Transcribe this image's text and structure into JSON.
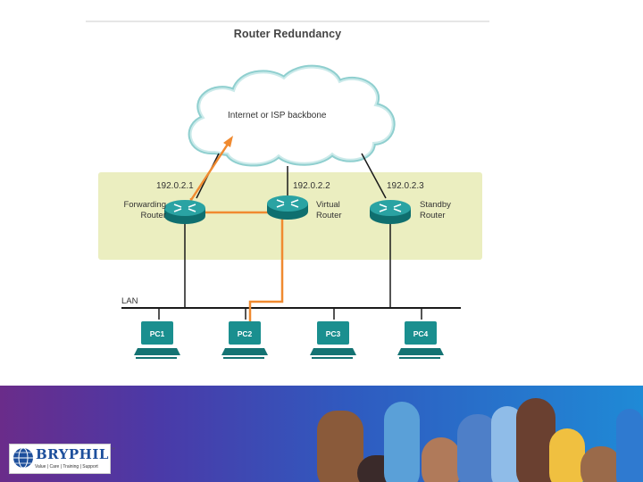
{
  "diagram": {
    "title": "Router Redundancy",
    "cloud_label": "Internet or ISP backbone",
    "lan_label": "LAN",
    "routers": [
      {
        "ip": "192.0.2.1",
        "name_line1": "Forwarding",
        "name_line2": "Router"
      },
      {
        "ip": "192.0.2.2",
        "name_line1": "Virtual",
        "name_line2": "Router"
      },
      {
        "ip": "192.0.2.3",
        "name_line1": "Standby",
        "name_line2": "Router"
      }
    ],
    "pcs": [
      "PC1",
      "PC2",
      "PC3",
      "PC4"
    ],
    "colors": {
      "router_zone": "#ebeec0",
      "cloud_outline": "#8fcfcf",
      "router": "#1a8f8f",
      "pc": "#1a8f8f",
      "traffic_path": "#f08a30",
      "wire": "#1a1a1a"
    }
  },
  "branding": {
    "logo_name": "BRYPHIL",
    "logo_tm": "™",
    "logo_tagline": "Value | Care | Training | Support",
    "icons": [
      "globe-icon"
    ]
  }
}
